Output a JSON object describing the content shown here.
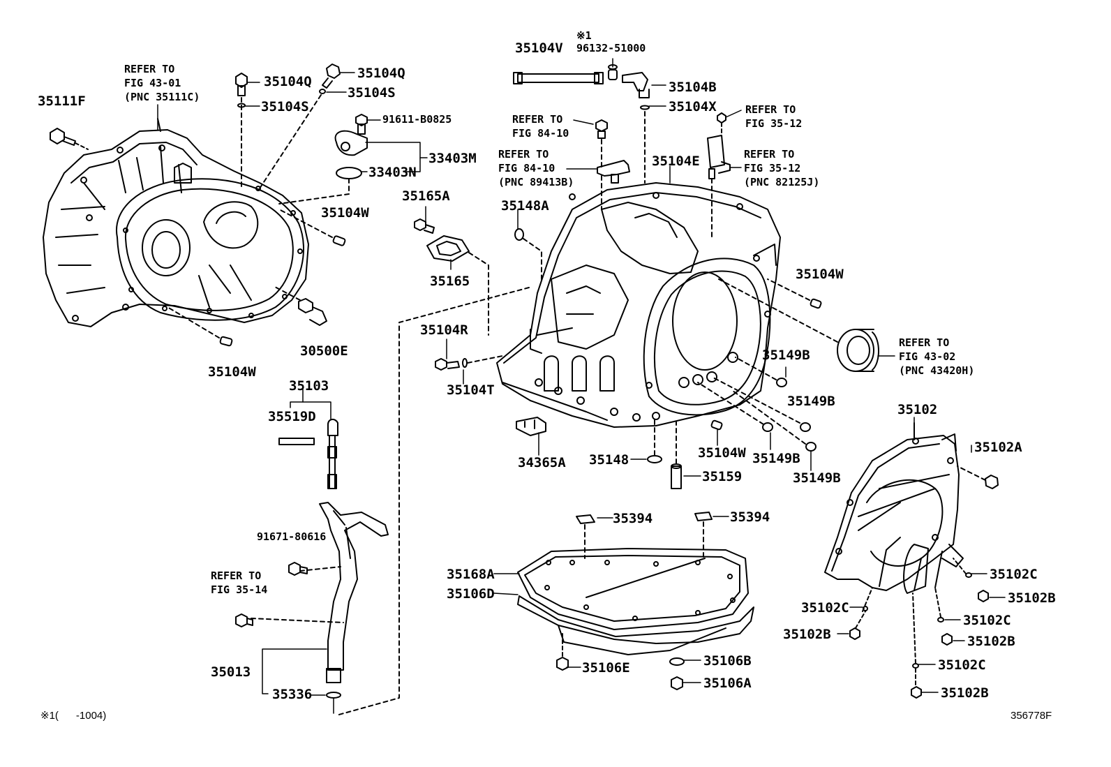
{
  "diagram": {
    "footnote": "※1(      -1004)",
    "figure_id": "356778F",
    "labels": {
      "p35111F": "35111F",
      "refer_43_01_a": "REFER TO",
      "refer_43_01_b": "FIG 43-01",
      "refer_43_01_c": "(PNC 35111C)",
      "p35104Q_a": "35104Q",
      "p35104S_a": "35104S",
      "p35104Q_b": "35104Q",
      "p35104S_b": "35104S",
      "p91611": "91611-B0825",
      "p33403M": "33403M",
      "p33403N": "33403N",
      "p35104W_a": "35104W",
      "p30500E": "30500E",
      "p35104W_b": "35104W",
      "p35165A": "35165A",
      "p35165": "35165",
      "p35104V": "35104V",
      "note1_mark": "※1",
      "p96132": "96132-51000",
      "p35104B": "35104B",
      "p35104X": "35104X",
      "refer_84_10_a": "REFER TO",
      "refer_84_10_b": "FIG 84-10",
      "refer_84_10p_a": "REFER TO",
      "refer_84_10p_b": "FIG 84-10",
      "refer_84_10p_c": "(PNC 89413B)",
      "refer_35_12_a": "REFER TO",
      "refer_35_12_b": "FIG 35-12",
      "refer_35_12p_a": "REFER TO",
      "refer_35_12p_b": "FIG 35-12",
      "refer_35_12p_c": "(PNC 82125J)",
      "p35104E": "35104E",
      "p35148A": "35148A",
      "p35104W_c": "35104W",
      "refer_43_02_a": "REFER TO",
      "refer_43_02_b": "FIG 43-02",
      "refer_43_02_c": "(PNC 43420H)",
      "p35104R": "35104R",
      "p35104T": "35104T",
      "p35149B_a": "35149B",
      "p35149B_b": "35149B",
      "p35149B_c": "35149B",
      "p35149B_d": "35149B",
      "p35103": "35103",
      "p35519D": "35519D",
      "p34365A": "34365A",
      "p35148": "35148",
      "p35104W_d": "35104W",
      "p35159": "35159",
      "p35102": "35102",
      "p35102A": "35102A",
      "p91671": "91671-80616",
      "refer_35_14_a": "REFER TO",
      "refer_35_14_b": "FIG 35-14",
      "p35394_a": "35394",
      "p35394_b": "35394",
      "p35168A": "35168A",
      "p35106D": "35106D",
      "p35102C_a": "35102C",
      "p35102B_a": "35102B",
      "p35102C_b": "35102C",
      "p35102B_b": "35102B",
      "p35102C_c": "35102C",
      "p35102B_c": "35102B",
      "p35102C_d": "35102C",
      "p35102B_d": "35102B",
      "p35013": "35013",
      "p35336": "35336",
      "p35106E": "35106E",
      "p35106B": "35106B",
      "p35106A": "35106A"
    }
  }
}
